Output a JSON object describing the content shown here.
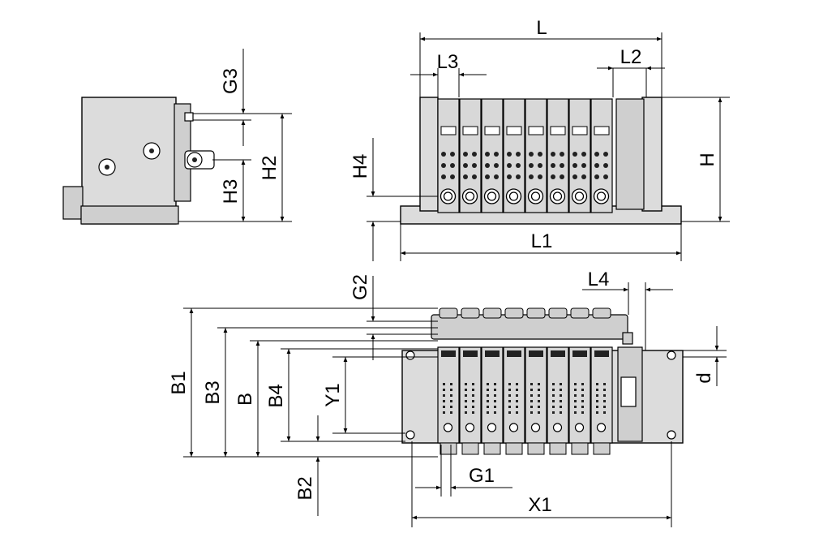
{
  "title": "",
  "views": {
    "side": {
      "labels": {
        "g3": "G3",
        "h3": "H3",
        "h2": "H2"
      }
    },
    "front": {
      "labels": {
        "l": "L",
        "l3": "L3",
        "l2": "L2",
        "h": "H",
        "h4": "H4",
        "l1": "L1"
      },
      "valve_count": 8
    },
    "top": {
      "labels": {
        "g2": "G2",
        "l4": "L4",
        "d": "d",
        "b1": "B1",
        "b3": "B3",
        "b": "B",
        "b4": "B4",
        "y1": "Y1",
        "b2": "B2",
        "g1": "G1",
        "x1": "X1"
      },
      "valve_count": 8
    }
  }
}
